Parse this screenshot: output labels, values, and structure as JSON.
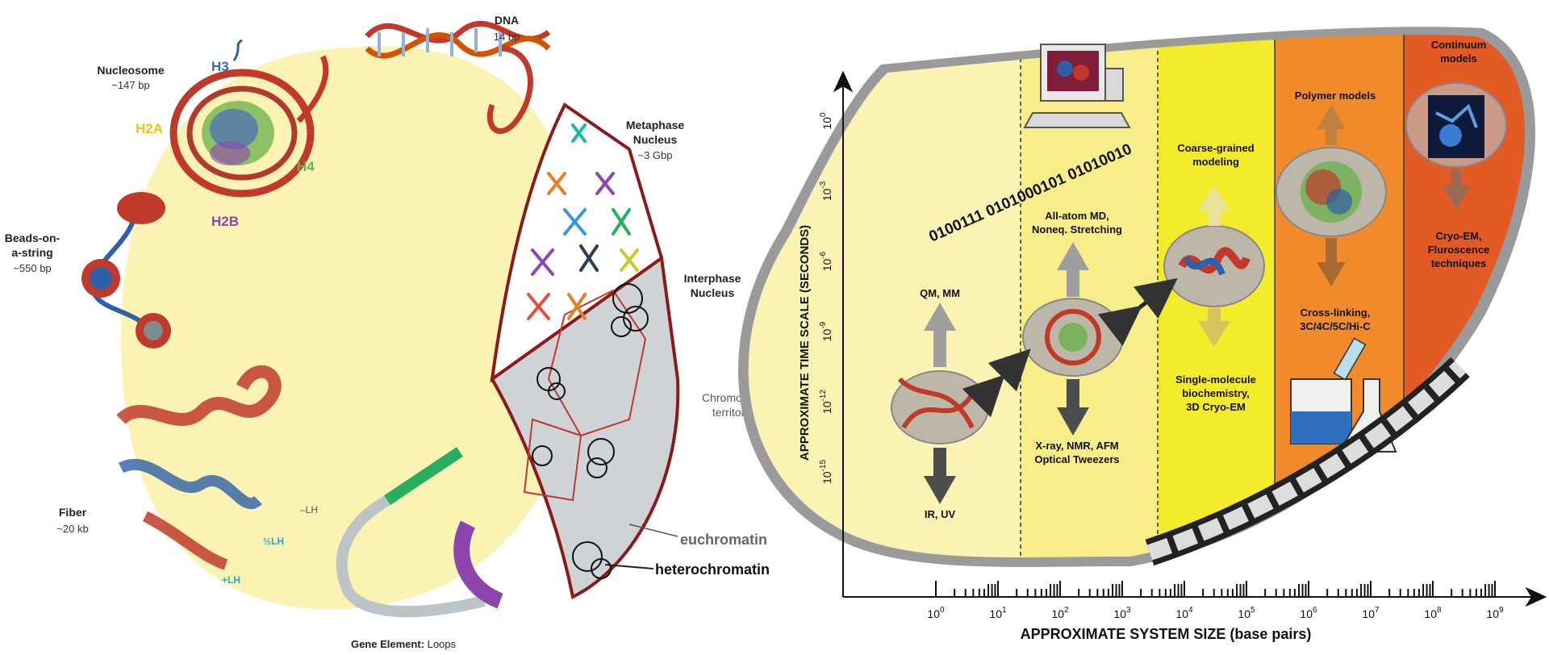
{
  "left_panel": {
    "dna": {
      "title": "DNA",
      "size": "14 bp"
    },
    "nucleosome": {
      "title": "Nucleosome",
      "size": "~147 bp",
      "histones": {
        "h3": "H3",
        "h2a": "H2A",
        "h4": "H4",
        "h2b": "H2B"
      }
    },
    "beads": {
      "title_line1": "Beads-on-",
      "title_line2": "a-string",
      "size": "~550 bp"
    },
    "fiber": {
      "title": "Fiber",
      "size": "~20 kb",
      "labels": {
        "minus_lh": "–LH",
        "half_lh": "½LH",
        "plus_lh": "+LH"
      }
    },
    "gene_element": {
      "bold": "Gene Element:",
      "rest": " Loops"
    },
    "metaphase": {
      "line1": "Metaphase",
      "line2": "Nucleus",
      "size": "~3 Gbp"
    },
    "interphase": {
      "line1": "Interphase",
      "line2": "Nucleus"
    },
    "territories": {
      "line1": "Chromosome",
      "line2": "territories"
    },
    "euchromatin": "euchromatin",
    "heterochromatin": "heterochromatin"
  },
  "right_panel": {
    "y_axis_label": "APPROXIMATE TIME SCALE  (SECONDS)",
    "x_axis_label": "APPROXIMATE SYSTEM SIZE  (base pairs)",
    "y_ticks": [
      {
        "base": "10",
        "exp": "0"
      },
      {
        "base": "10",
        "exp": "-3"
      },
      {
        "base": "10",
        "exp": "-6"
      },
      {
        "base": "10",
        "exp": "-9"
      },
      {
        "base": "10",
        "exp": "-12"
      },
      {
        "base": "10",
        "exp": "-15"
      }
    ],
    "x_ticks": [
      {
        "base": "10",
        "exp": "0"
      },
      {
        "base": "10",
        "exp": "1"
      },
      {
        "base": "10",
        "exp": "2"
      },
      {
        "base": "10",
        "exp": "3"
      },
      {
        "base": "10",
        "exp": "4"
      },
      {
        "base": "10",
        "exp": "5"
      },
      {
        "base": "10",
        "exp": "6"
      },
      {
        "base": "10",
        "exp": "7"
      },
      {
        "base": "10",
        "exp": "8"
      },
      {
        "base": "10",
        "exp": "9"
      }
    ],
    "binary_text": "0100111 0101000101 01010010",
    "zones": {
      "qm": {
        "line1": "QM, MM",
        "bottom": "IR, UV"
      },
      "allatom": {
        "line1": "All-atom MD,",
        "line2": "Noneq. Stretching",
        "bottom1": "X-ray, NMR, AFM",
        "bottom2": "Optical Tweezers"
      },
      "cg": {
        "line1": "Coarse-grained",
        "line2": "modeling",
        "bottom1": "Single-molecule",
        "bottom2": "biochemistry,",
        "bottom3": "3D Cryo-EM"
      },
      "polymer": {
        "line1": "Polymer models",
        "bottom1": "Cross-linking,",
        "bottom2": "3C/4C/5C/Hi-C"
      },
      "continuum": {
        "line1": "Continuum",
        "line2": "models",
        "bottom1": "Cryo-EM,",
        "bottom2": "Fluroscence",
        "bottom3": "techniques"
      }
    },
    "colors": {
      "pale_yellow": "#fbf3b4",
      "yellow": "#f4ec2a",
      "orange": "#f08a2a",
      "red_orange": "#e35a25",
      "shell_grey": "#9a9a9a"
    }
  }
}
